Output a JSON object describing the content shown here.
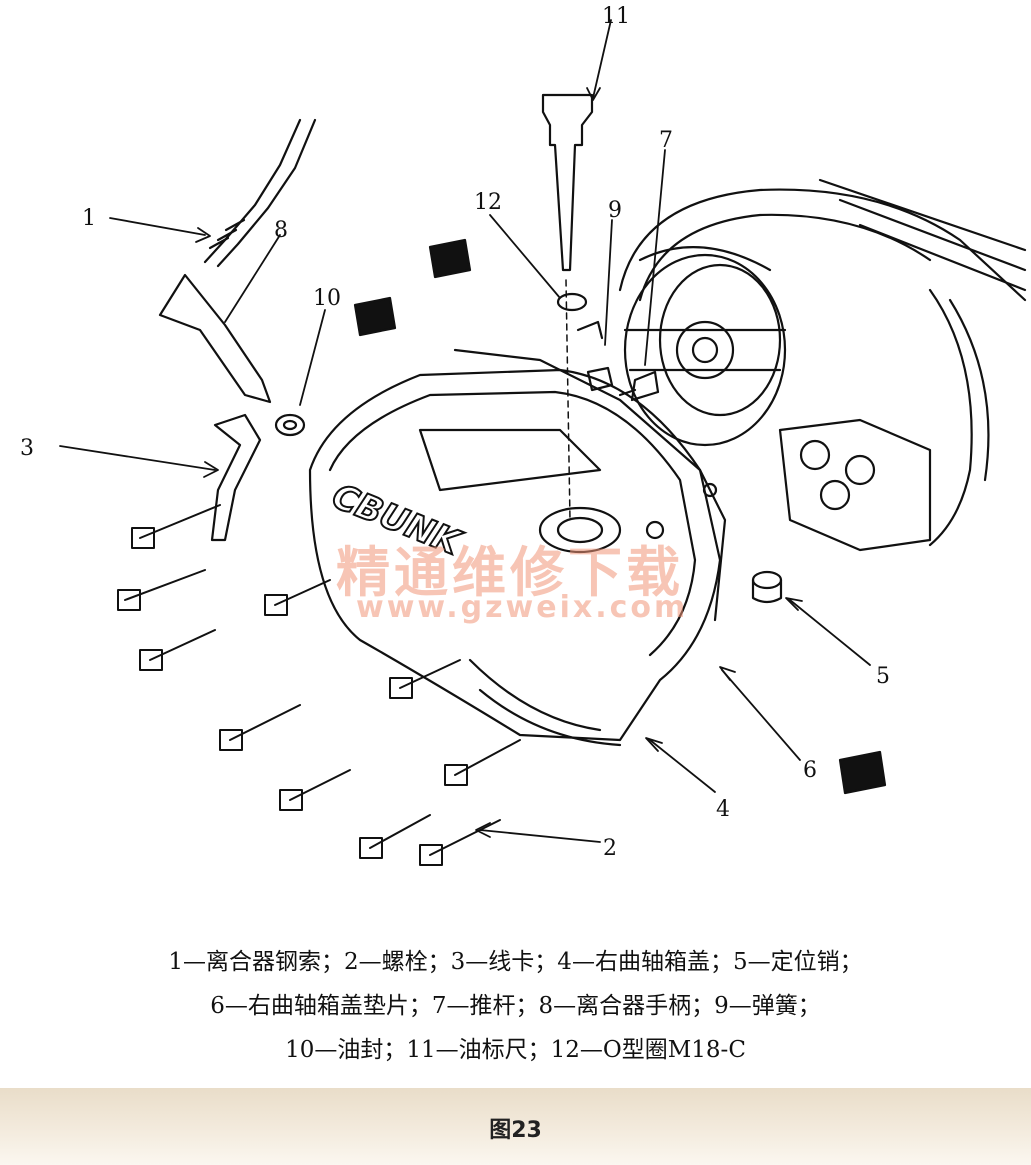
{
  "callouts": [
    "1",
    "2",
    "3",
    "4",
    "5",
    "6",
    "7",
    "8",
    "9",
    "10",
    "11",
    "12"
  ],
  "watermark": {
    "line1": "精通维修下载",
    "line2": "www.gzweix.com"
  },
  "cover_logo": "CBUNK",
  "caption": {
    "line1": "1—离合器钢索；2—螺栓；3—线卡；4—右曲轴箱盖；5—定位销；",
    "line2": "6—右曲轴箱盖垫片；7—推杆；8—离合器手柄；9—弹簧；",
    "line3": "10—油封；11—油标尺；12—O型圈M18-C"
  },
  "figure_title": "图23",
  "colors": {
    "ink": "#111111",
    "watermark": "#f0967880",
    "title_bar": "#ece2d2"
  }
}
